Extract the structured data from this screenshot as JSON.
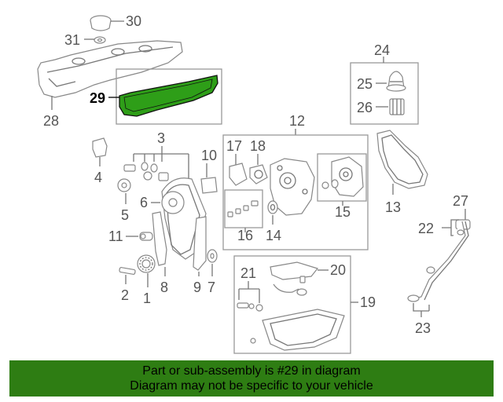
{
  "callouts": {
    "c1": "1",
    "c2": "2",
    "c3": "3",
    "c4": "4",
    "c5": "5",
    "c6": "6",
    "c7": "7",
    "c8": "8",
    "c9": "9",
    "c10": "10",
    "c11": "11",
    "c12": "12",
    "c13": "13",
    "c14": "14",
    "c15": "15",
    "c16": "16",
    "c17": "17",
    "c18": "18",
    "c19": "19",
    "c20": "20",
    "c21": "21",
    "c22": "22",
    "c23": "23",
    "c24": "24",
    "c25": "25",
    "c26": "26",
    "c27": "27",
    "c28": "28",
    "c29": "29",
    "c30": "30",
    "c31": "31"
  },
  "highlight_part": "29",
  "colors": {
    "highlight": "#2e9e18",
    "banner": "#2e7d13"
  },
  "banner": {
    "line1": "Part or sub-assembly is #29 in diagram",
    "line2": "Diagram may not be specific to your vehicle"
  }
}
